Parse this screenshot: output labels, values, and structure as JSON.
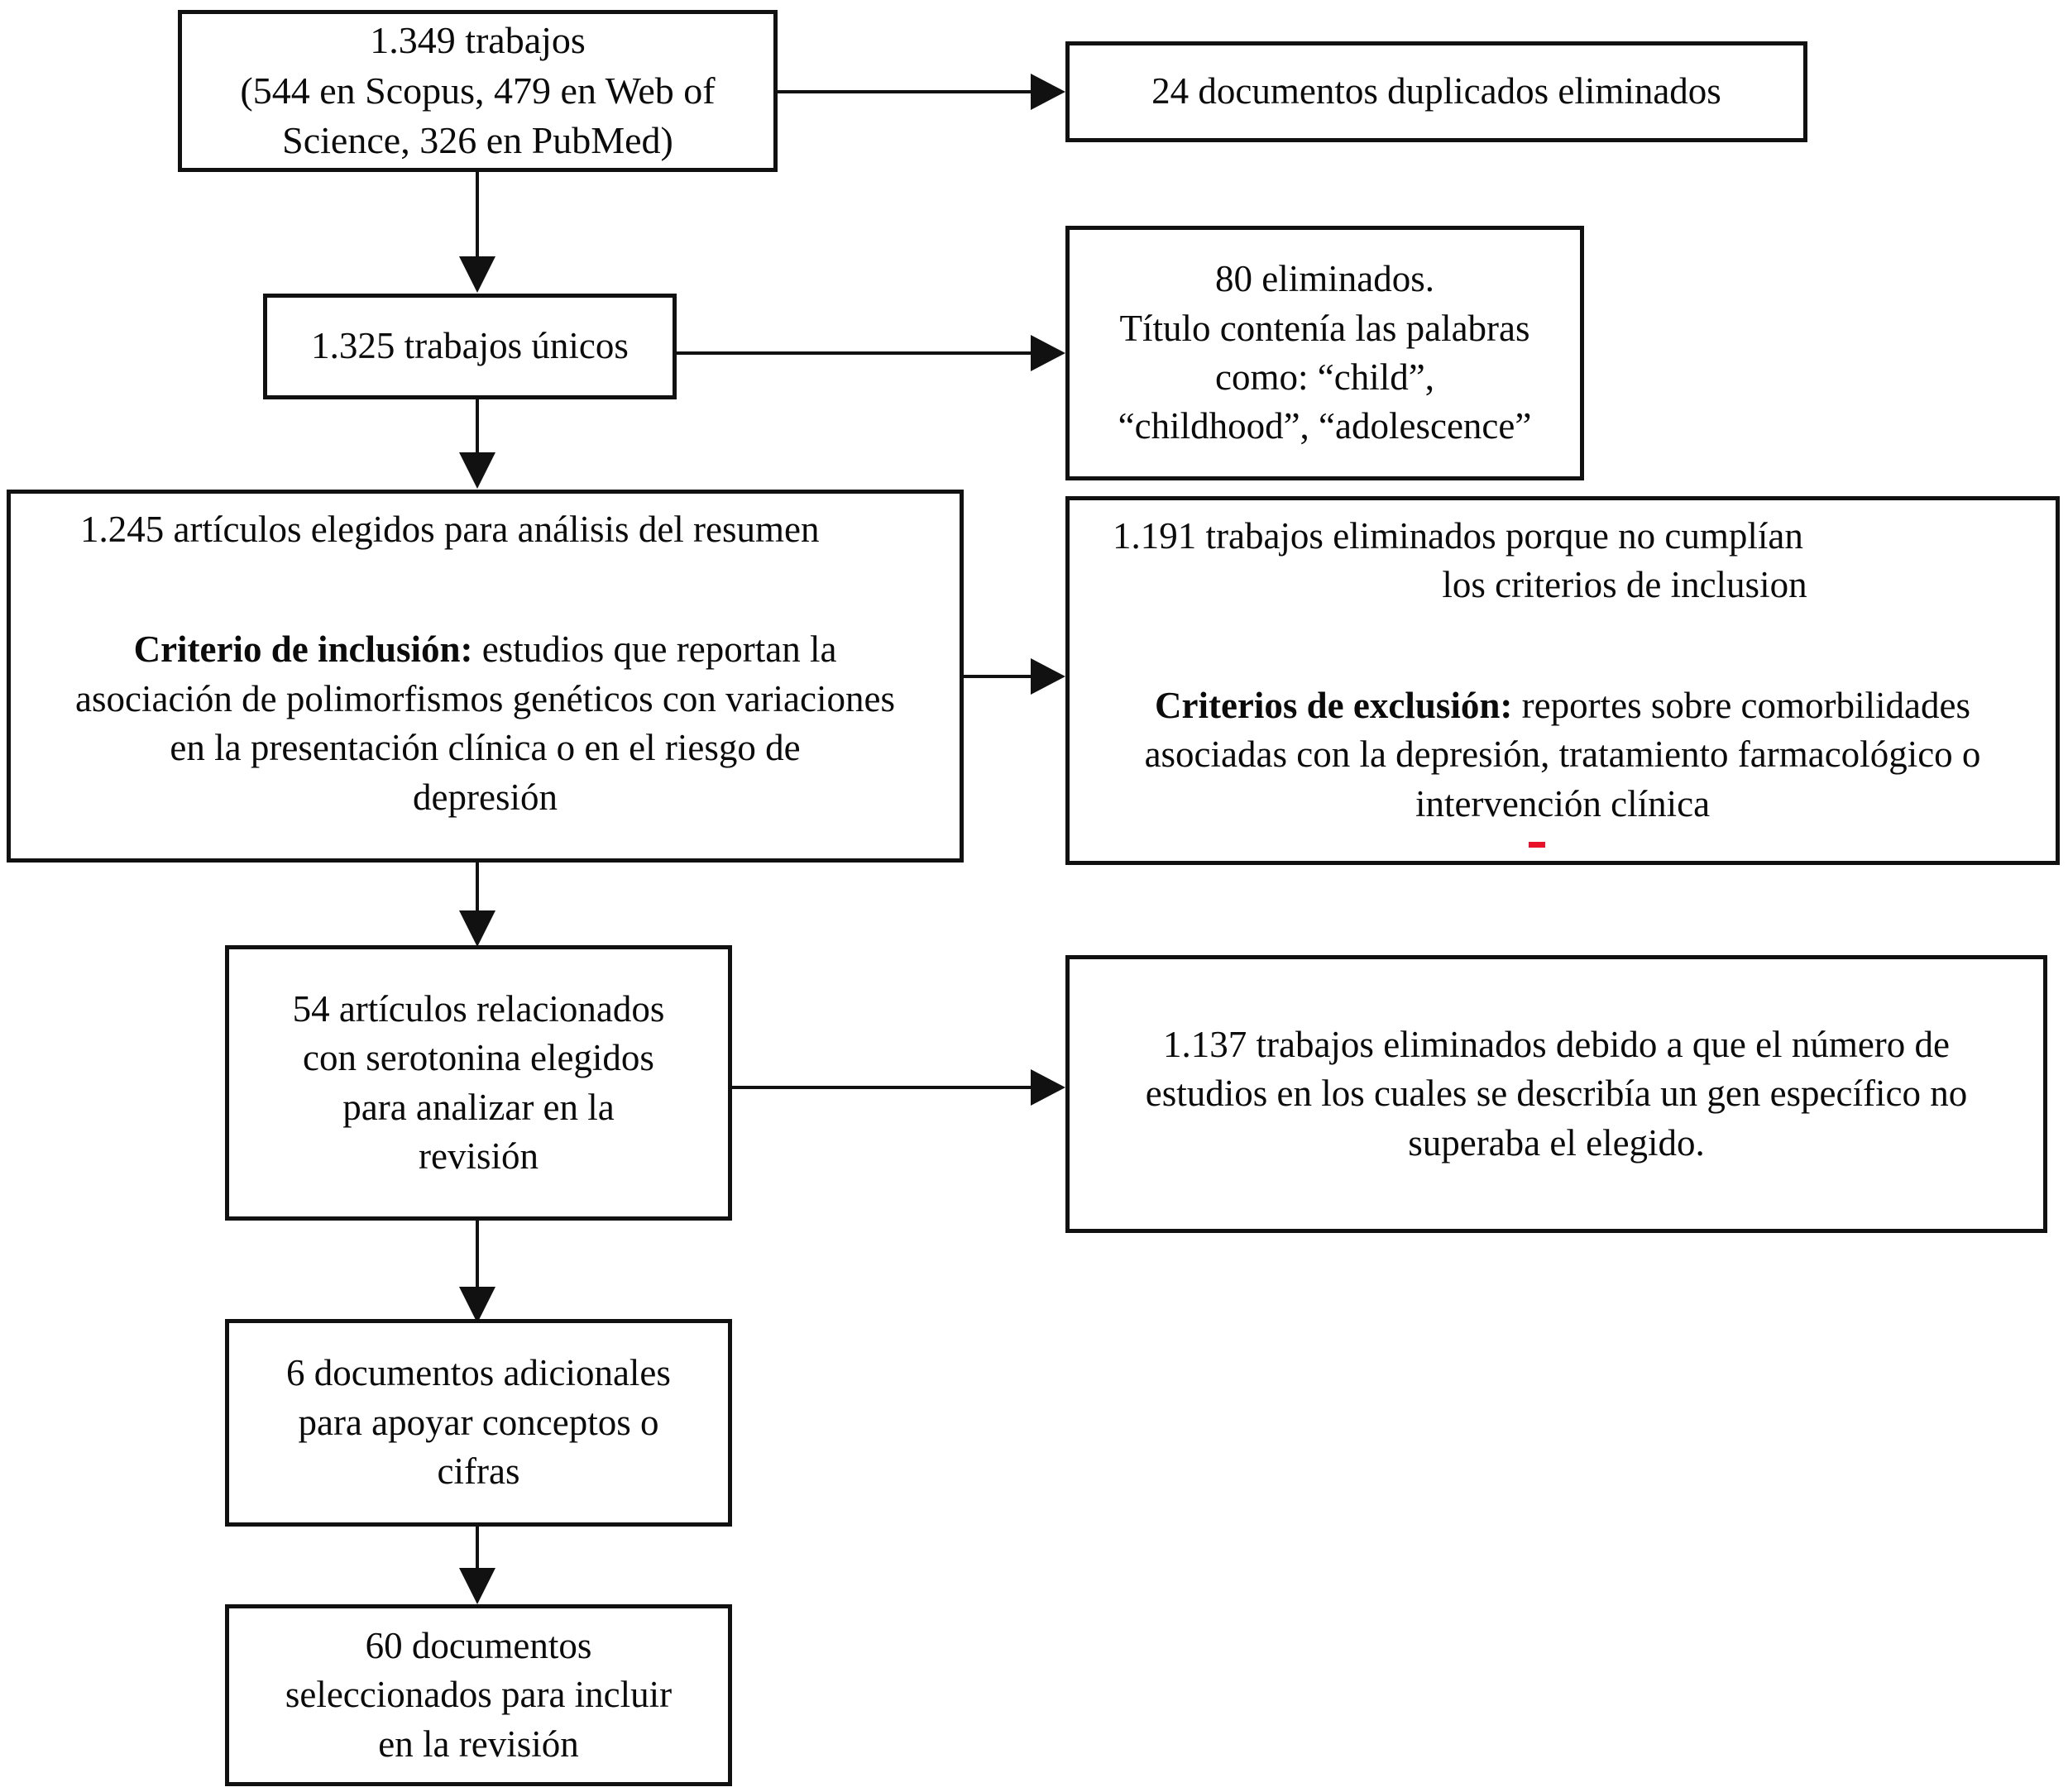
{
  "diagram": {
    "type": "flowchart",
    "title": "PRISMA-style study selection flow diagram",
    "language": "es",
    "colors": {
      "box_border": "#111111",
      "background": "#ffffff",
      "text": "#0b0b0b",
      "red_mark": "#e8122a"
    }
  },
  "nodes": {
    "records_identified": {
      "line1": "1.349 trabajos",
      "line2": "(544 en Scopus, 479 en Web of",
      "line3": "Science, 326 en PubMed)"
    },
    "duplicates_removed": {
      "line1": "24 documentos duplicados eliminados"
    },
    "unique_records": {
      "line1": "1.325 trabajos únicos"
    },
    "title_excluded": {
      "line1": "80 eliminados.",
      "line2": "Título contenía las palabras",
      "line3": "como: “child”,",
      "line4": "“childhood”, “adolescence”"
    },
    "abstract_screened": {
      "line1": "1.245 artículos elegidos para análisis del resumen",
      "criteria_label": "Criterio de inclusión:",
      "criteria_line1": " estudios que reportan la",
      "criteria_line2": "asociación de polimorfismos genéticos con variaciones",
      "criteria_line3": "en la presentación clínica o en el riesgo de",
      "criteria_line4": "depresión"
    },
    "criteria_excluded": {
      "line1": "1.191 trabajos eliminados porque no cumplían",
      "line2": "los criterios de inclusion",
      "criteria_label": "Criterios de exclusión:",
      "criteria_line1": " reportes sobre comorbilidades",
      "criteria_line2": "asociadas con la depresión, tratamiento farmacológico o",
      "criteria_line3": "intervención clínica"
    },
    "serotonin_articles": {
      "line1": "54 artículos relacionados",
      "line2": "con serotonina elegidos",
      "line3": "para analizar en la",
      "line4": "revisión"
    },
    "gene_excluded": {
      "line1": "1.137 trabajos eliminados debido a que el número de",
      "line2": "estudios en los cuales se describía un gen específico no",
      "line3": "superaba el elegido."
    },
    "additional_docs": {
      "line1": "6 documentos adicionales",
      "line2": "para apoyar conceptos o",
      "line3": "cifras"
    },
    "final_included": {
      "line1": "60 documentos",
      "line2": "seleccionados para incluir",
      "line3": "en la revisión"
    }
  },
  "chart_data": {
    "type": "flow",
    "steps": [
      {
        "id": "records_identified",
        "count": 1349,
        "label": "trabajos identificados",
        "sources": [
          {
            "name": "Scopus",
            "count": 544
          },
          {
            "name": "Web of Science",
            "count": 479
          },
          {
            "name": "PubMed",
            "count": 326
          }
        ]
      },
      {
        "id": "duplicates_removed",
        "count": 24,
        "label": "documentos duplicados eliminados",
        "kind": "excluded"
      },
      {
        "id": "unique_records",
        "count": 1325,
        "label": "trabajos únicos"
      },
      {
        "id": "title_excluded",
        "count": 80,
        "label": "eliminados por título",
        "kind": "excluded"
      },
      {
        "id": "abstract_screened",
        "count": 1245,
        "label": "artículos elegidos para análisis del resumen"
      },
      {
        "id": "criteria_excluded",
        "count": 1191,
        "label": "trabajos eliminados por criterios",
        "kind": "excluded"
      },
      {
        "id": "serotonin_articles",
        "count": 54,
        "label": "artículos relacionados con serotonina"
      },
      {
        "id": "gene_excluded",
        "count": 1137,
        "label": "trabajos eliminados por número de estudios por gen",
        "kind": "excluded"
      },
      {
        "id": "additional_docs",
        "count": 6,
        "label": "documentos adicionales"
      },
      {
        "id": "final_included",
        "count": 60,
        "label": "documentos seleccionados para incluir en la revisión"
      }
    ],
    "edges": [
      {
        "from": "records_identified",
        "to": "duplicates_removed",
        "direction": "right"
      },
      {
        "from": "records_identified",
        "to": "unique_records",
        "direction": "down"
      },
      {
        "from": "unique_records",
        "to": "title_excluded",
        "direction": "right"
      },
      {
        "from": "unique_records",
        "to": "abstract_screened",
        "direction": "down"
      },
      {
        "from": "abstract_screened",
        "to": "criteria_excluded",
        "direction": "right"
      },
      {
        "from": "abstract_screened",
        "to": "serotonin_articles",
        "direction": "down"
      },
      {
        "from": "serotonin_articles",
        "to": "gene_excluded",
        "direction": "right"
      },
      {
        "from": "serotonin_articles",
        "to": "additional_docs",
        "direction": "down"
      },
      {
        "from": "additional_docs",
        "to": "final_included",
        "direction": "down"
      }
    ]
  }
}
